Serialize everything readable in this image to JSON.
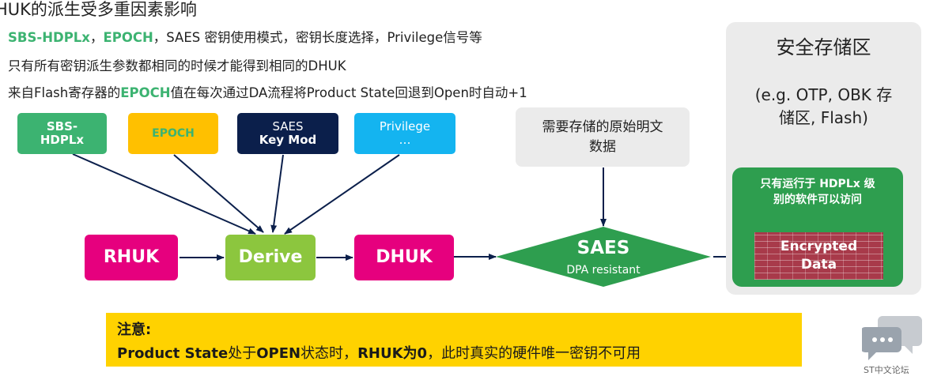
{
  "title": "HUK的派生受多重因素影响",
  "bullets": {
    "b1_part1": "SBS-HDPLx",
    "b1_part2": "，",
    "b1_part3": "EPOCH",
    "b1_part4": "，SAES 密钥使用模式，密钥长度选择，Privilege信号等",
    "b2": "只有所有密钥派生参数都相同的时候才能得到相同的DHUK",
    "b3_part1": "来自Flash寄存器的",
    "b3_part2": "EPOCH",
    "b3_part3": "值在每次通过DA流程将Product State回退到Open时自动+1"
  },
  "inputs": {
    "sbs_line1": "SBS-",
    "sbs_line2": "HDPLx",
    "epoch": "EPOCH",
    "saes_line1": "SAES",
    "saes_line2": "Key Mod",
    "priv_line1": "Privilege",
    "priv_line2": "…"
  },
  "flow": {
    "rhuk": "RHUK",
    "derive": "Derive",
    "dhuk": "DHUK",
    "saes": "SAES",
    "saes_sub": "DPA resistant"
  },
  "plaintext_note": {
    "line1": "需要存储的原始明文",
    "line2": "数据"
  },
  "secure_storage": {
    "title": "安全存储区",
    "sub_line1": "(e.g. OTP, OBK 存",
    "sub_line2": "储区, Flash)",
    "access_line1": "只有运行于 HDPLx 级",
    "access_line2": "别的软件可以访问",
    "enc_line1": "Encrypted",
    "enc_line2": "Data"
  },
  "notice": {
    "heading": "注意:",
    "l2_a": "Product State",
    "l2_b": "处于",
    "l2_c": "OPEN",
    "l2_d": "状态时，",
    "l2_e": "RHUK为0",
    "l2_f": "，此时真实的硬件唯一密钥不可用"
  },
  "logo": {
    "text": "ST中文论坛"
  },
  "colors": {
    "green_box": "#3cb371",
    "yellow_box": "#ffc000",
    "navy_box": "#0b1f4b",
    "cyan_box": "#14b4f0",
    "magenta": "#e6007e",
    "lime": "#8cc63e",
    "saes_green": "#2e9e4f"
  }
}
